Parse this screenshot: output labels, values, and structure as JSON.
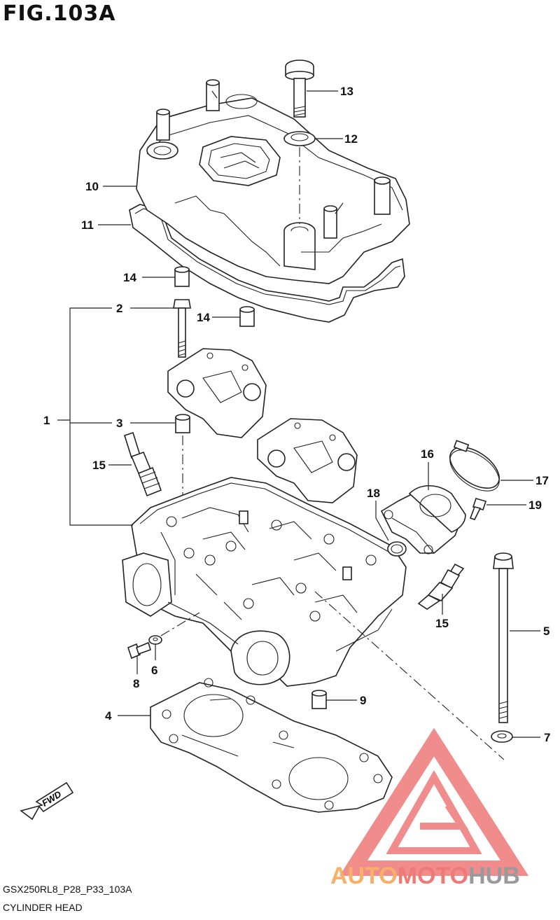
{
  "figure": {
    "title": "FIG.103A",
    "model_code": "GSX250RL8_P28_P33_103A",
    "part_name": "CYLINDER HEAD"
  },
  "callouts": [
    "1",
    "2",
    "3",
    "4",
    "5",
    "6",
    "7",
    "8",
    "9",
    "10",
    "11",
    "12",
    "13",
    "14",
    "14",
    "15",
    "15",
    "16",
    "17",
    "18",
    "19"
  ],
  "fwd_label": "FWD",
  "watermark": {
    "part1": "AUTO",
    "part2": "MOTO",
    "part3": "HUB",
    "color_orange": "#f5b06a",
    "color_red": "#ee7a78",
    "color_gray": "#9a9a9a"
  }
}
